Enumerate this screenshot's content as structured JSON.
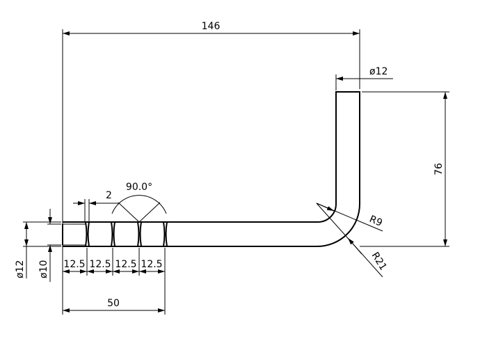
{
  "dimensions": {
    "overall_length": "146",
    "top_diameter": "ø12",
    "height": "76",
    "inner_radius": "R9",
    "outer_radius": "R21",
    "groove_width": "2",
    "groove_angle": "90.0°",
    "pipe_diameter": "ø12",
    "end_diameter": "ø10",
    "segments": [
      "12.5",
      "12.5",
      "12.5",
      "12.5"
    ],
    "grooved_length": "50"
  },
  "colors": {
    "line": "#000000",
    "background": "#ffffff"
  }
}
